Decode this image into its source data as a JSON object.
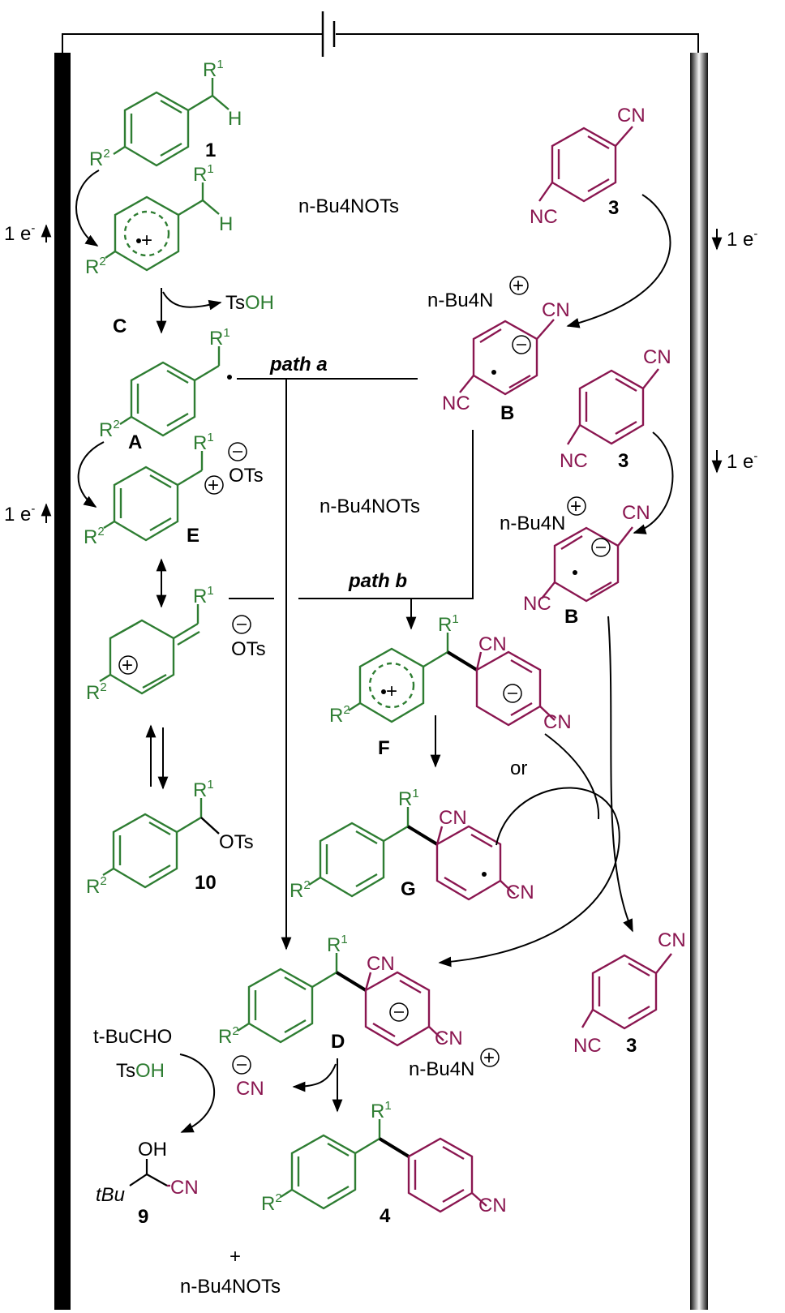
{
  "electrons": {
    "left_top": "1 e",
    "left_bottom": "1 e",
    "right_top": "1 e",
    "right_bottom": "1 e",
    "superscript": "-"
  },
  "compounds": {
    "c1": "1",
    "cC": "C",
    "cA": "A",
    "cE": "E",
    "c10": "10",
    "c3a": "3",
    "cB1": "B",
    "c3b": "3",
    "cB2": "B",
    "cF": "F",
    "cG": "G",
    "cD": "D",
    "c3c": "3",
    "c4": "4",
    "c9": "9"
  },
  "groups": {
    "R": "R",
    "one": "1",
    "two": "2",
    "H": "H",
    "CN": "CN",
    "NC": "NC",
    "OTs": "OTs",
    "OH": "OH",
    "TsOH_Ts": "Ts",
    "TsOH_OH": "OH",
    "tBu": "tBu",
    "plus": "+"
  },
  "reagents": {
    "nBu4NOTs_1": "n-Bu4NOTs",
    "nBu4NOTs_2": "n-Bu4NOTs",
    "nBu4NOTs_3": "n-Bu4NOTs",
    "nBu4N": "n-Bu4N",
    "tBuCHO": "t-BuCHO",
    "or": "or"
  },
  "paths": {
    "a": "path  a",
    "b": "path  b"
  },
  "colors": {
    "substrate": "#2e7d32",
    "arene": "#8a1650",
    "line": "#000000"
  }
}
